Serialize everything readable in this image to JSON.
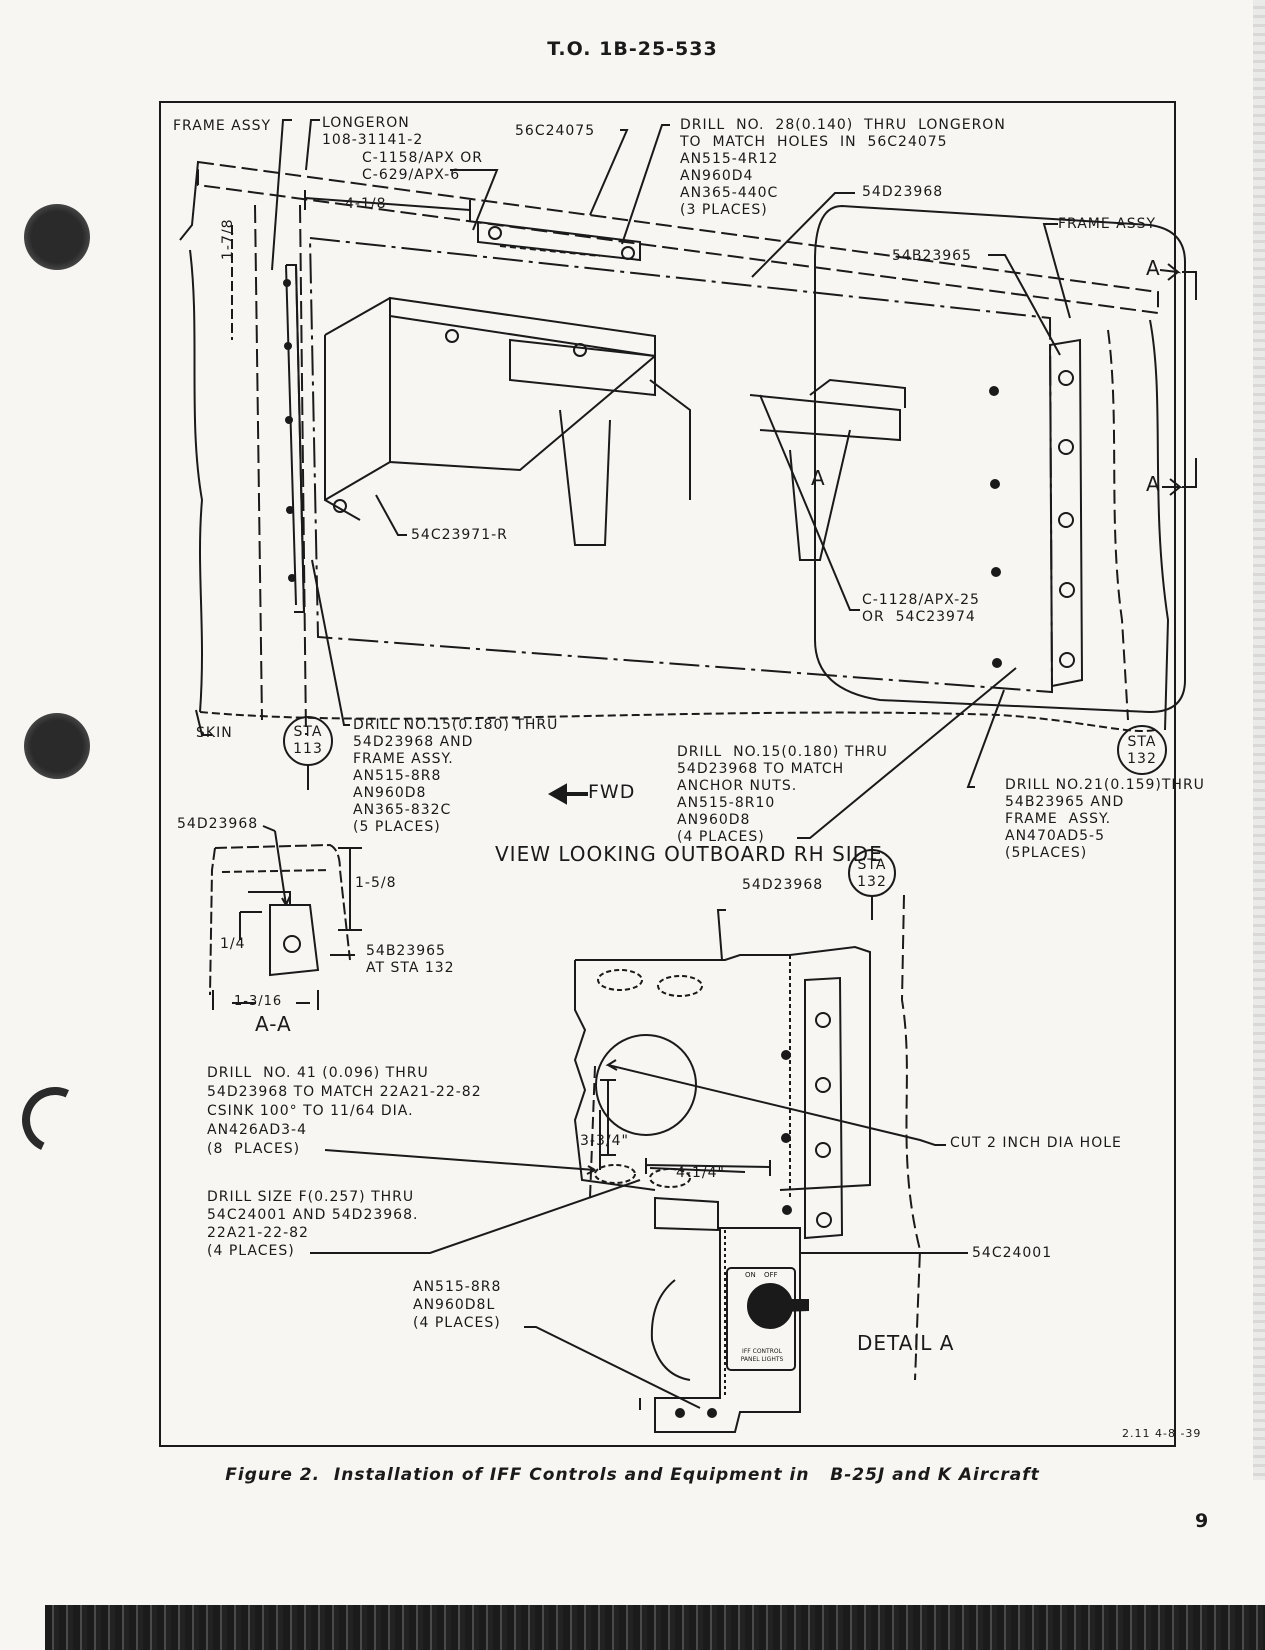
{
  "header": "T.O. 1B-25-533",
  "page_number": "9",
  "caption": "Figure 2.  Installation of IFF Controls and Equipment in   B-25J and K Aircraft",
  "figure_code": "2.11 4-8 -39",
  "main_view": {
    "title": "VIEW LOOKING OUTBOARD RH SIDE",
    "fwd": "FWD",
    "labels": {
      "frame_assy_left": "FRAME ASSY",
      "longeron": "LONGERON\n108-31141-2",
      "c1158": "C-1158/APX OR\nC-629/APX-6",
      "p56c24075": "56C24075",
      "drill28": "DRILL  NO.  28(0.140)  THRU  LONGERON\nTO  MATCH  HOLES  IN  56C24075\nAN515-4R12\nAN960D4\nAN365-440C\n(3 PLACES)",
      "p54d23968": "54D23968",
      "frame_assy_right": "FRAME ASSY",
      "p54b23965": "54B23965",
      "dim_4_1_8": "4-1/8",
      "dim_1_7_8": "1-7/8",
      "p54c23971r": "54C23971-R",
      "marker_a": "A",
      "section_a_top": "A",
      "section_a_bottom": "A",
      "c1128": "C-1128/APX-25\nOR  54C23974",
      "skin": "SKIN",
      "sta113": "STA\n113",
      "sta132": "STA\n132",
      "drill15_left": "DRILL NO.15(0.180) THRU\n54D23968 AND\nFRAME ASSY.\nAN515-8R8\nAN960D8\nAN365-832C\n(5 PLACES)",
      "drill15_mid": "DRILL  NO.15(0.180) THRU\n54D23968 TO MATCH\nANCHOR NUTS.\nAN515-8R10\nAN960D8\n(4 PLACES)",
      "drill21": "DRILL NO.21(0.159)THRU\n54B23965 AND\nFRAME  ASSY.\nAN470AD5-5\n(5PLACES)"
    }
  },
  "section_aa": {
    "title": "A-A",
    "labels": {
      "part": "54D23968",
      "dim_1_5_8": "1-5/8",
      "dim_1_4": "1/4",
      "p54b23965": "54B23965\nAT STA 132",
      "dim_1_3_16": "1-3/16"
    }
  },
  "detail_a": {
    "title": "DETAIL  A",
    "labels": {
      "part": "54D23968",
      "sta132": "STA\n132",
      "drill41": "DRILL  NO. 41 (0.096) THRU\n54D23968 TO MATCH 22A21-22-82\nCSINK 100° TO 11/64 DIA.\nAN426AD3-4\n(8  PLACES)",
      "drillF": "DRILL SIZE F(0.257) THRU\n54C24001 AND 54D23968.\n22A21-22-82\n(4 PLACES)",
      "an515_8r8": "AN515-8R8\nAN960D8L\n(4 PLACES)",
      "dim_3_3_4": "3-3/4\"",
      "dim_4_1_4": "4-1/4\"",
      "cut_hole": "CUT  2  INCH  DIA  HOLE",
      "p54c24001": "54C24001",
      "panel_on": "ON",
      "panel_off": "OFF",
      "panel_label": "IFF CONTROL\nPANEL LIGHTS"
    }
  }
}
